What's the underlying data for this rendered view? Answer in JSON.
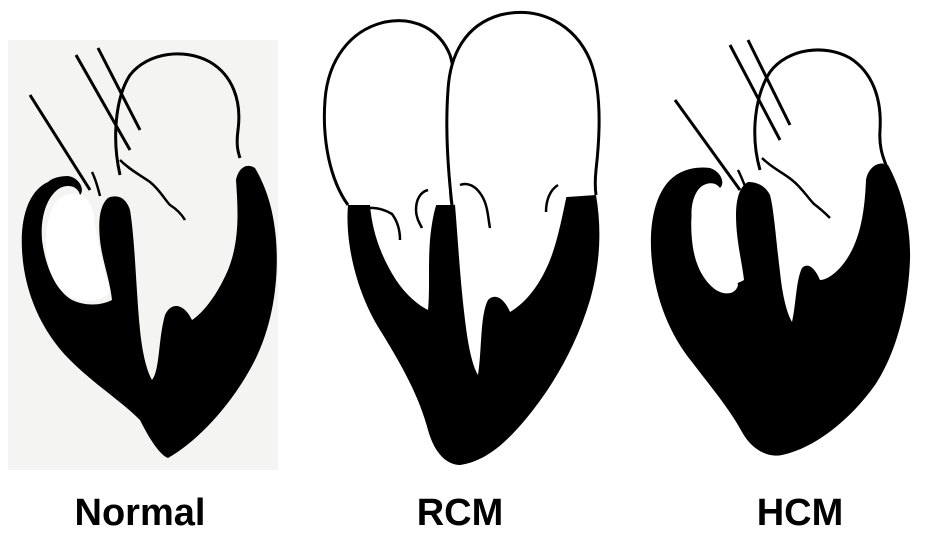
{
  "panels": [
    {
      "id": "normal",
      "label": "Normal"
    },
    {
      "id": "rcm",
      "label": "RCM"
    },
    {
      "id": "hcm",
      "label": "HCM"
    }
  ],
  "colors": {
    "muscle": "#000000",
    "chamber": "#ffffff",
    "background": "#ffffff",
    "scan_tint": "#f3f3f1"
  }
}
